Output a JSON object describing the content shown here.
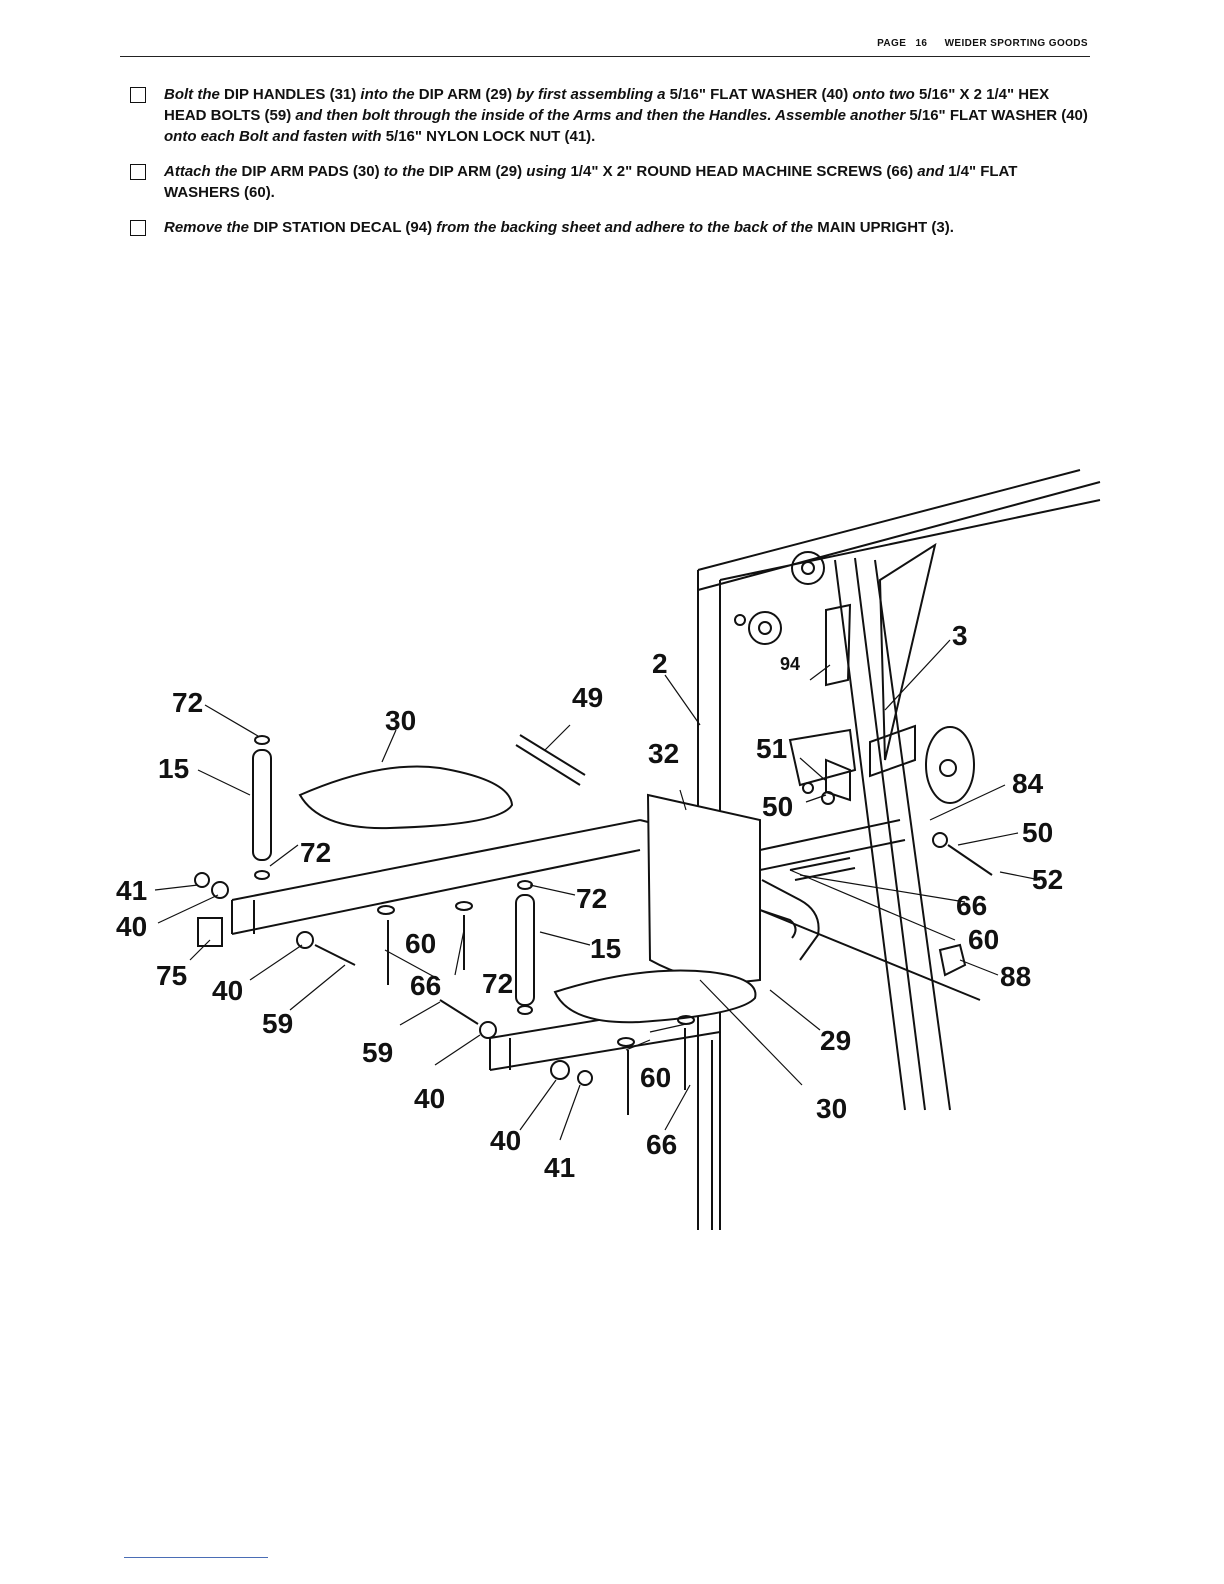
{
  "header": {
    "page_label": "PAGE",
    "page_number": "16",
    "company": "WEIDER SPORTING GOODS"
  },
  "steps": [
    {
      "segments": [
        {
          "t": "Bolt the ",
          "i": true
        },
        {
          "t": "DIP HANDLES (31)",
          "i": false
        },
        {
          "t": " into the ",
          "i": true
        },
        {
          "t": "DIP ARM (29)",
          "i": false
        },
        {
          "t": " by first assembling a ",
          "i": true
        },
        {
          "t": "5/16\" FLAT WASHER (40)",
          "i": false
        },
        {
          "t": " onto two ",
          "i": true
        },
        {
          "t": "5/16\" X 2 1/4\" HEX HEAD BOLTS (59)",
          "i": false
        },
        {
          "t": " and then bolt through the inside of the Arms and then the Handles.  Assemble another ",
          "i": true
        },
        {
          "t": "5/16\" FLAT WASHER (40)",
          "i": false
        },
        {
          "t": " onto each Bolt and fasten with ",
          "i": true
        },
        {
          "t": "5/16\" NYLON LOCK NUT (41).",
          "i": false
        }
      ]
    },
    {
      "segments": [
        {
          "t": "Attach the ",
          "i": true
        },
        {
          "t": "DIP ARM PADS (30)",
          "i": false
        },
        {
          "t": " to the ",
          "i": true
        },
        {
          "t": "DIP ARM (29)",
          "i": false
        },
        {
          "t": " using ",
          "i": true
        },
        {
          "t": "1/4\" X 2\" ROUND HEAD MACHINE SCREWS (66)",
          "i": false
        },
        {
          "t": " and ",
          "i": true
        },
        {
          "t": "1/4\" FLAT WASHERS (60).",
          "i": false
        }
      ]
    },
    {
      "segments": [
        {
          "t": "Remove the ",
          "i": true
        },
        {
          "t": "DIP STATION DECAL (94)",
          "i": false
        },
        {
          "t": " from the backing sheet and adhere to the back of the ",
          "i": true
        },
        {
          "t": "MAIN UPRIGHT (3).",
          "i": false
        }
      ]
    }
  ],
  "diagram": {
    "callouts": [
      "72",
      "30",
      "49",
      "2",
      "3",
      "94",
      "15",
      "51",
      "32",
      "84",
      "50",
      "50",
      "52",
      "72",
      "41",
      "72",
      "66",
      "40",
      "60",
      "75",
      "40",
      "15",
      "60",
      "88",
      "59",
      "72",
      "66",
      "59",
      "29",
      "40",
      "60",
      "30",
      "40",
      "66",
      "41"
    ]
  }
}
